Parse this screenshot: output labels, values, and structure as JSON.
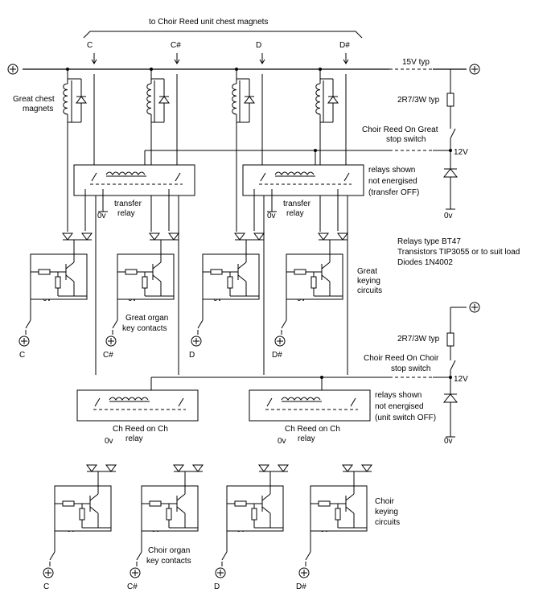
{
  "labels": {
    "top_brace": "to Choir Reed unit chest magnets",
    "notes_chest": [
      "C",
      "C#",
      "D",
      "D#"
    ],
    "supply_voltage": "15V typ",
    "great_chest_magnets": [
      "Great chest",
      "magnets"
    ],
    "resistor_top": "2R7/3W typ",
    "great_stop_switch": [
      "Choir Reed On Great",
      "stop switch"
    ],
    "volt_12_top": "12V",
    "relay_note_top": [
      "relays shown",
      "not energised",
      "(transfer OFF)"
    ],
    "transfer_relay": [
      "transfer",
      "relay"
    ],
    "zero_v": "0v",
    "spec": [
      "Relays type BT47",
      "Transistors TIP3055 or to suit load",
      "Diodes 1N4002"
    ],
    "great_keying": [
      "Great",
      "keying",
      "circuits"
    ],
    "great_key_contacts": [
      "Great organ",
      "key contacts"
    ],
    "notes_great_keys": [
      "C",
      "C#",
      "D",
      "D#"
    ],
    "resistor_bottom": "2R7/3W typ",
    "choir_stop_switch": [
      "Choir Reed On Choir",
      "stop switch"
    ],
    "volt_12_bottom": "12V",
    "relay_note_bottom": [
      "relays shown",
      "not energised",
      "(unit switch OFF)"
    ],
    "ch_relay": [
      "Ch Reed on Ch",
      "relay"
    ],
    "choir_keying": [
      "Choir",
      "keying",
      "circuits"
    ],
    "choir_key_contacts": [
      "Choir organ",
      "key contacts"
    ],
    "notes_choir_keys": [
      "C",
      "C#",
      "D",
      "D#"
    ]
  }
}
